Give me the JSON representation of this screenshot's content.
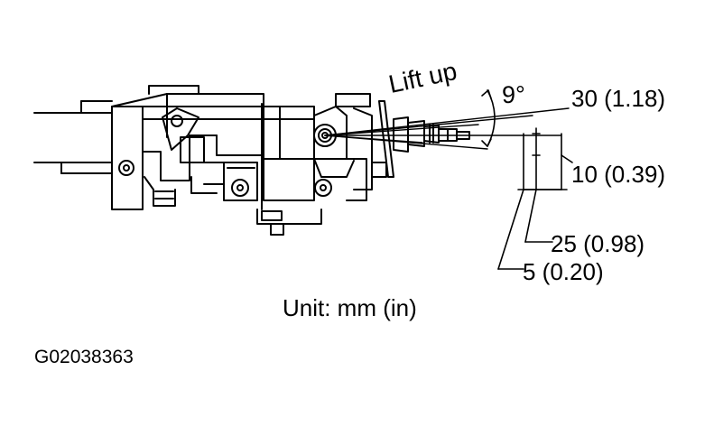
{
  "diagram": {
    "lift_label": "Lift  up",
    "angle_label": "9°",
    "dimensions": {
      "top": "30 (1.18)",
      "bottom": "10 (0.39)",
      "width_outer": "25 (0.98)",
      "width_inner": "5 (0.20)"
    },
    "unit_caption": "Unit: mm (in)",
    "figure_code": "G02038363"
  },
  "colors": {
    "ink": "#000000",
    "background": "#ffffff"
  }
}
